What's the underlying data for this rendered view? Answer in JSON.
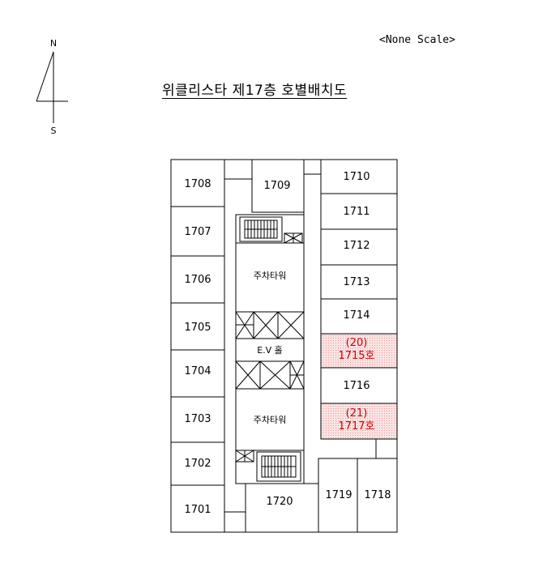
{
  "scale_note": "<None Scale>",
  "title": "위클리스타 제17층 호별배치도",
  "compass": {
    "north_label": "N",
    "south_label": "S",
    "icon": "north-arrow-icon"
  },
  "colors": {
    "highlight_fill": "#f6c9c9",
    "highlight_text": "#cc0000",
    "line": "#000000"
  },
  "rooms": {
    "r1701": "1701",
    "r1702": "1702",
    "r1703": "1703",
    "r1704": "1704",
    "r1705": "1705",
    "r1706": "1706",
    "r1707": "1707",
    "r1708": "1708",
    "r1709": "1709",
    "r1710": "1710",
    "r1711": "1711",
    "r1712": "1712",
    "r1713": "1713",
    "r1714": "1714",
    "r1716": "1716",
    "r1718": "1718",
    "r1719": "1719",
    "r1720": "1720"
  },
  "highlighted": {
    "a_no": "(20)",
    "a_room": "1715호",
    "b_no": "(21)",
    "b_room": "1717호"
  },
  "core": {
    "parking_top": "주차타워",
    "parking_bottom": "주차타워",
    "ev_hall": "E.V 홀"
  }
}
